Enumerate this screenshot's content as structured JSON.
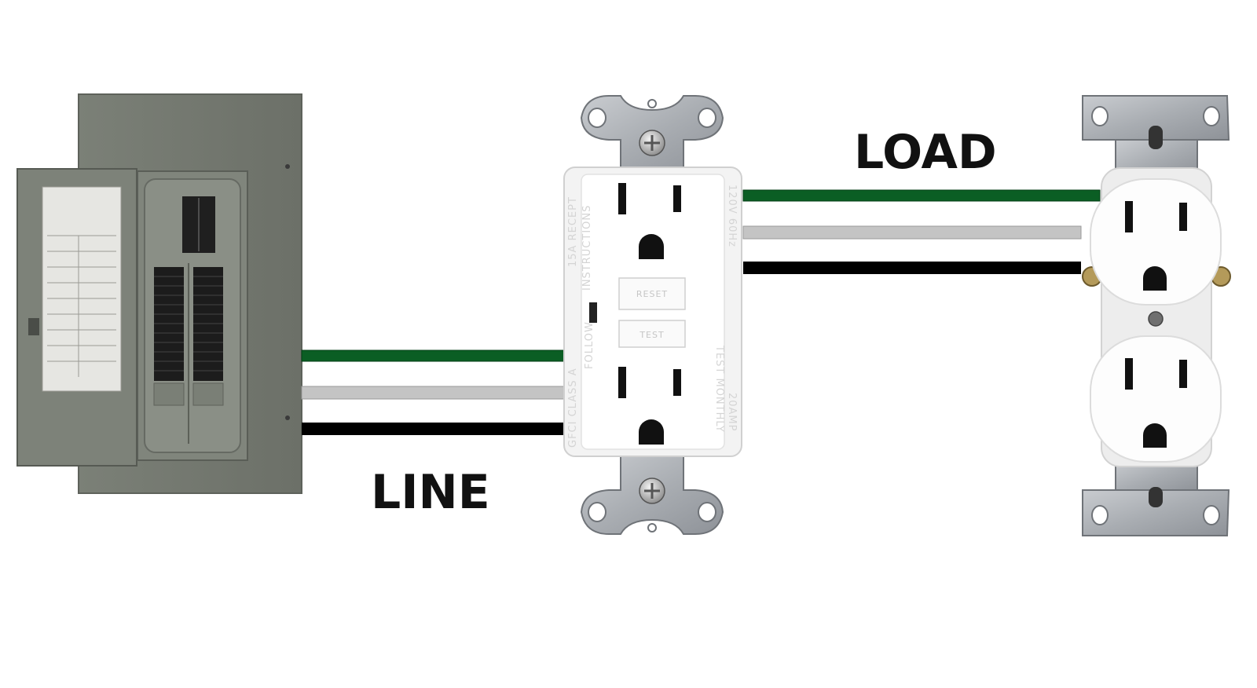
{
  "labels": {
    "line": "LINE",
    "load": "LOAD"
  },
  "gfci": {
    "side_left_top": "15A RECEPT",
    "side_left_mid": "INSTRUCTIONS",
    "side_left_bottom": "GFCI CLASS A",
    "led_label": "FOLLOW",
    "side_right_top": "120V 60Hz",
    "side_right_mid": "TEST MONTHLY",
    "side_right_bottom": "20AMP",
    "reset_label": "RESET",
    "test_label": "TEST"
  },
  "wires": {
    "ground_color": "#0b5e24",
    "neutral_color": "#c4c4c4",
    "hot_color": "#000000"
  },
  "icons": {
    "panel": "breaker-panel-icon",
    "gfci": "gfci-outlet-icon",
    "outlet": "duplex-outlet-icon"
  }
}
